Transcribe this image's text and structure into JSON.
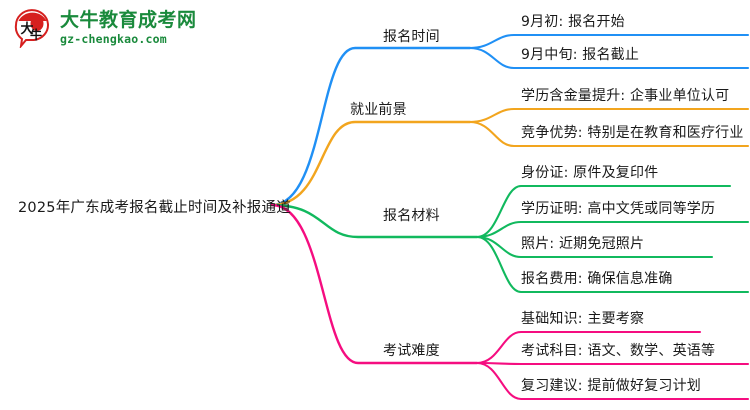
{
  "logo": {
    "icon": "bull-speech-bubble-logo",
    "brand_name": "大牛教育成考网",
    "domain": "gz-chengkao.com",
    "brand_color": "#1a8a3c",
    "mark_color": "#d6201f"
  },
  "mindmap": {
    "root": {
      "label": "2025年广东成考报名截止时间及补报通道"
    },
    "branches": [
      {
        "label": "报名时间",
        "color": "#2090f5",
        "children": [
          {
            "label": "9月初: 报名开始"
          },
          {
            "label": "9月中旬: 报名截止"
          }
        ]
      },
      {
        "label": "就业前景",
        "color": "#f2a51e",
        "children": [
          {
            "label": "学历含金量提升: 企事业单位认可"
          },
          {
            "label": "竞争优势: 特别是在教育和医疗行业"
          }
        ]
      },
      {
        "label": "报名材料",
        "color": "#11b95e",
        "children": [
          {
            "label": "身份证: 原件及复印件"
          },
          {
            "label": "学历证明: 高中文凭或同等学历"
          },
          {
            "label": "照片: 近期免冠照片"
          },
          {
            "label": "报名费用: 确保信息准确"
          }
        ]
      },
      {
        "label": "考试难度",
        "color": "#f50d80",
        "children": [
          {
            "label": "基础知识: 主要考察"
          },
          {
            "label": "考试科目: 语文、数学、英语等"
          },
          {
            "label": "复习建议: 提前做好复习计划"
          }
        ]
      }
    ]
  }
}
